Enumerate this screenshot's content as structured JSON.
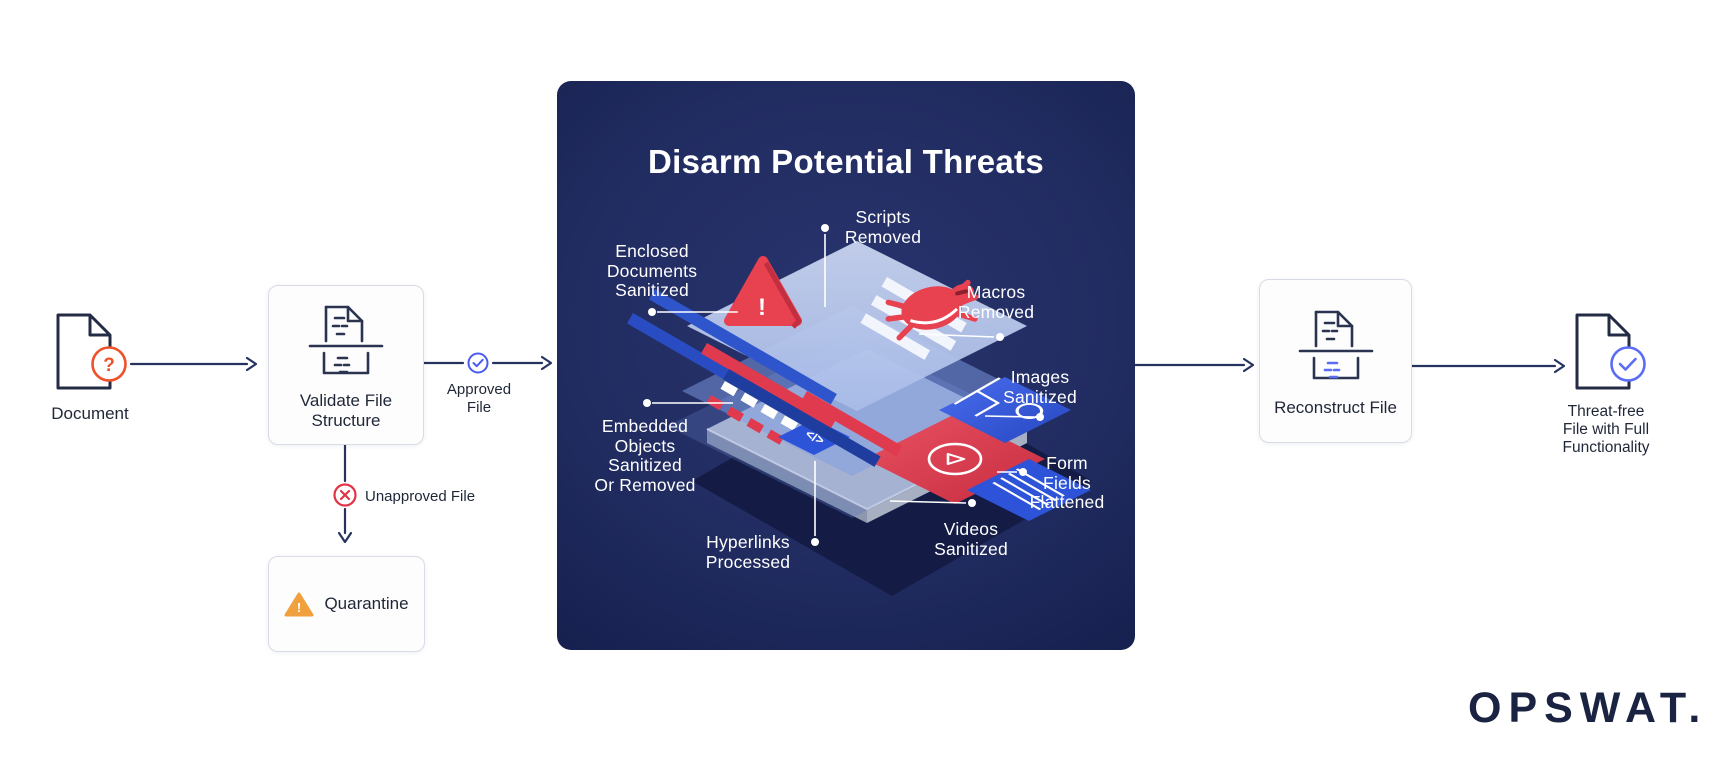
{
  "flow": {
    "document_label": "Document",
    "question_glyph": "?",
    "validate": [
      "Validate File",
      "Structure"
    ],
    "approved": [
      "Approved",
      "File"
    ],
    "unapproved_label": "Unapproved File",
    "quarantine_label": "Quarantine",
    "warning_glyph": "!",
    "reconstruct_label": "Reconstruct File",
    "threat_free": [
      "Threat-free",
      "File with Full",
      "Functionality"
    ]
  },
  "panel": {
    "title": "Disarm Potential Threats",
    "code_glyph": "</>",
    "triangle_glyph": "!",
    "labels": {
      "scripts": [
        "Scripts",
        "Removed"
      ],
      "enclosed": [
        "Enclosed",
        "Documents",
        "Sanitized"
      ],
      "macros": [
        "Macros",
        "Removed"
      ],
      "images": [
        "Images",
        "Sanitized"
      ],
      "form": [
        "Form",
        "Fields",
        "Flattened"
      ],
      "videos": [
        "Videos",
        "Sanitized"
      ],
      "embedded": [
        "Embedded",
        "Objects",
        "Sanitized",
        "Or Removed"
      ],
      "hyperlinks": [
        "Hyperlinks",
        "Processed"
      ]
    }
  },
  "logo_text": "OPSWAT.",
  "colors": {
    "arrow_navy": "#25335e",
    "panel_navy": "#212c61",
    "alert_red": "#e23347",
    "badge_orange": "#f0502a",
    "warning_orange": "#f0a13e",
    "check_blue": "#4a5cf0",
    "plate_blue": "#2d54d8",
    "text_dark": "#1f2737"
  }
}
